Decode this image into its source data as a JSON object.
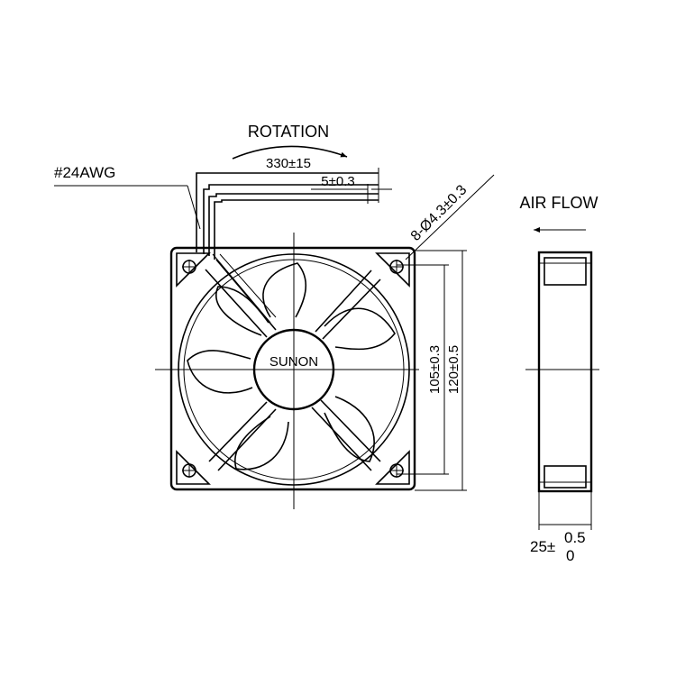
{
  "labels": {
    "rotation": "ROTATION",
    "wire_gauge": "#24AWG",
    "lead_length": "330±15",
    "strip_length": "5±0.3",
    "mount_holes": "8-Ø4.3±0.3",
    "air_flow": "AIR FLOW",
    "brand": "SUNON",
    "hole_spacing": "105±0.3",
    "frame_size": "120±0.5",
    "depth_base": "25±",
    "depth_tol_upper": "0.5",
    "depth_tol_lower": "0"
  },
  "colors": {
    "line": "#000000",
    "background": "#ffffff"
  }
}
